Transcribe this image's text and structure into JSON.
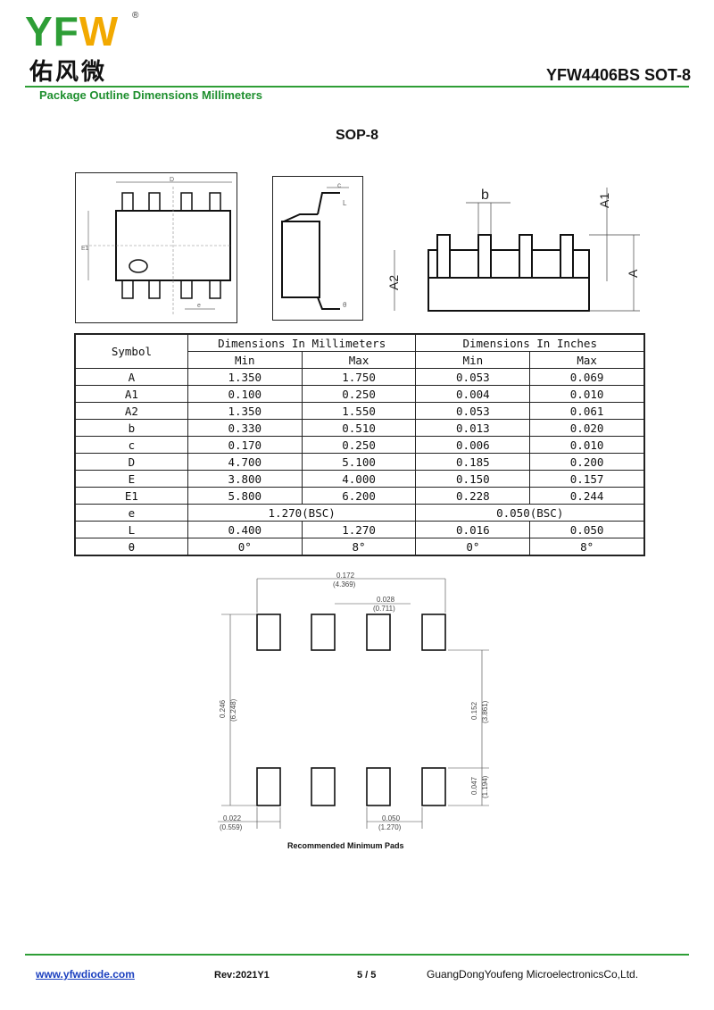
{
  "header": {
    "logo_text": "YFW",
    "logo_reg": "®",
    "logo_cn": "佑风微",
    "doc_title": "YFW4406BS SOT-8",
    "subtitle": "Package Outline Dimensions Millimeters"
  },
  "package_name": "SOP-8",
  "figures": {
    "top_view": {
      "d_label": "D",
      "e_label": "e",
      "e1_label": "E1"
    },
    "side_view": {
      "c_label": "c",
      "l_label": "L",
      "theta_label": "θ"
    },
    "front_view": {
      "b_label": "b",
      "a1_label": "A1",
      "a2_label": "A2",
      "a_label": "A"
    }
  },
  "table": {
    "symbol_header": "Symbol",
    "mm_header": "Dimensions In Millimeters",
    "in_header": "Dimensions In Inches",
    "min_label": "Min",
    "max_label": "Max",
    "rows": [
      {
        "sym": "A",
        "mm_min": "1.350",
        "mm_max": "1.750",
        "in_min": "0.053",
        "in_max": "0.069"
      },
      {
        "sym": "A1",
        "mm_min": "0.100",
        "mm_max": "0.250",
        "in_min": "0.004",
        "in_max": "0.010"
      },
      {
        "sym": "A2",
        "mm_min": "1.350",
        "mm_max": "1.550",
        "in_min": "0.053",
        "in_max": "0.061"
      },
      {
        "sym": "b",
        "mm_min": "0.330",
        "mm_max": "0.510",
        "in_min": "0.013",
        "in_max": "0.020"
      },
      {
        "sym": "c",
        "mm_min": "0.170",
        "mm_max": "0.250",
        "in_min": "0.006",
        "in_max": "0.010"
      },
      {
        "sym": "D",
        "mm_min": "4.700",
        "mm_max": "5.100",
        "in_min": "0.185",
        "in_max": "0.200"
      },
      {
        "sym": "E",
        "mm_min": "3.800",
        "mm_max": "4.000",
        "in_min": "0.150",
        "in_max": "0.157"
      },
      {
        "sym": "E1",
        "mm_min": "5.800",
        "mm_max": "6.200",
        "in_min": "0.228",
        "in_max": "0.244"
      }
    ],
    "e_row": {
      "sym": "e",
      "mm": "1.270(BSC)",
      "in": "0.050(BSC)"
    },
    "l_row": {
      "sym": "L",
      "mm_min": "0.400",
      "mm_max": "1.270",
      "in_min": "0.016",
      "in_max": "0.050"
    },
    "theta_row": {
      "sym": "θ",
      "mm_min": "0°",
      "mm_max": "8°",
      "in_min": "0°",
      "in_max": "8°"
    }
  },
  "pads": {
    "dim_total_width": "0.172",
    "dim_total_width_mm": "(4.369)",
    "dim_pitch_gap": "0.028",
    "dim_pitch_gap_mm": "(0.711)",
    "dim_height": "0.246",
    "dim_height_mm": "(6.248)",
    "dim_inner": "0.152",
    "dim_inner_mm": "(3.861)",
    "dim_pad_len": "0.047",
    "dim_pad_len_mm": "(1.194)",
    "dim_pad_width": "0.022",
    "dim_pad_width_mm": "(0.559)",
    "dim_pitch": "0.050",
    "dim_pitch_mm": "(1.270)",
    "label": "Recommended Minimum Pads"
  },
  "footer": {
    "url": "www.yfwdiode.com",
    "rev": "Rev:2021Y1",
    "page": "5 / 5",
    "company": "GuangDongYoufeng MicroelectronicsCo,Ltd."
  },
  "colors": {
    "brand_green": "#2e9e36",
    "logo_orange": "#f2a900",
    "link_blue": "#1a3fbf"
  }
}
